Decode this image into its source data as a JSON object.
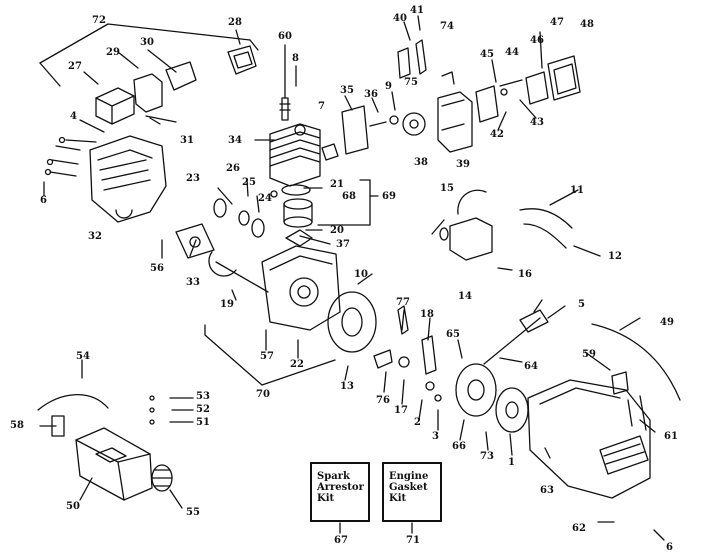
{
  "callouts": [
    "72",
    "28",
    "30",
    "29",
    "27",
    "4",
    "31",
    "6",
    "32",
    "34",
    "60",
    "8",
    "7",
    "35",
    "36",
    "9",
    "40",
    "41",
    "74",
    "75",
    "38",
    "39",
    "45",
    "44",
    "46",
    "47",
    "48",
    "42",
    "43",
    "23",
    "26",
    "25",
    "24",
    "21",
    "68",
    "69",
    "20",
    "37",
    "33",
    "19",
    "56",
    "16",
    "15",
    "11",
    "12",
    "14",
    "10",
    "57",
    "22",
    "70",
    "13",
    "77",
    "18",
    "65",
    "64",
    "5",
    "49",
    "59",
    "76",
    "17",
    "2",
    "3",
    "66",
    "73",
    "1",
    "61",
    "63",
    "62",
    "6",
    "54",
    "53",
    "52",
    "51",
    "58",
    "50",
    "55",
    "67",
    "71"
  ],
  "kits": [
    {
      "lines": [
        "Spark",
        "Arrestor",
        "Kit"
      ],
      "number": "67"
    },
    {
      "lines": [
        "Engine",
        "Gasket",
        "Kit"
      ],
      "number": "71"
    }
  ],
  "colors": {
    "ink": "#111111",
    "paper": "#ffffff"
  }
}
